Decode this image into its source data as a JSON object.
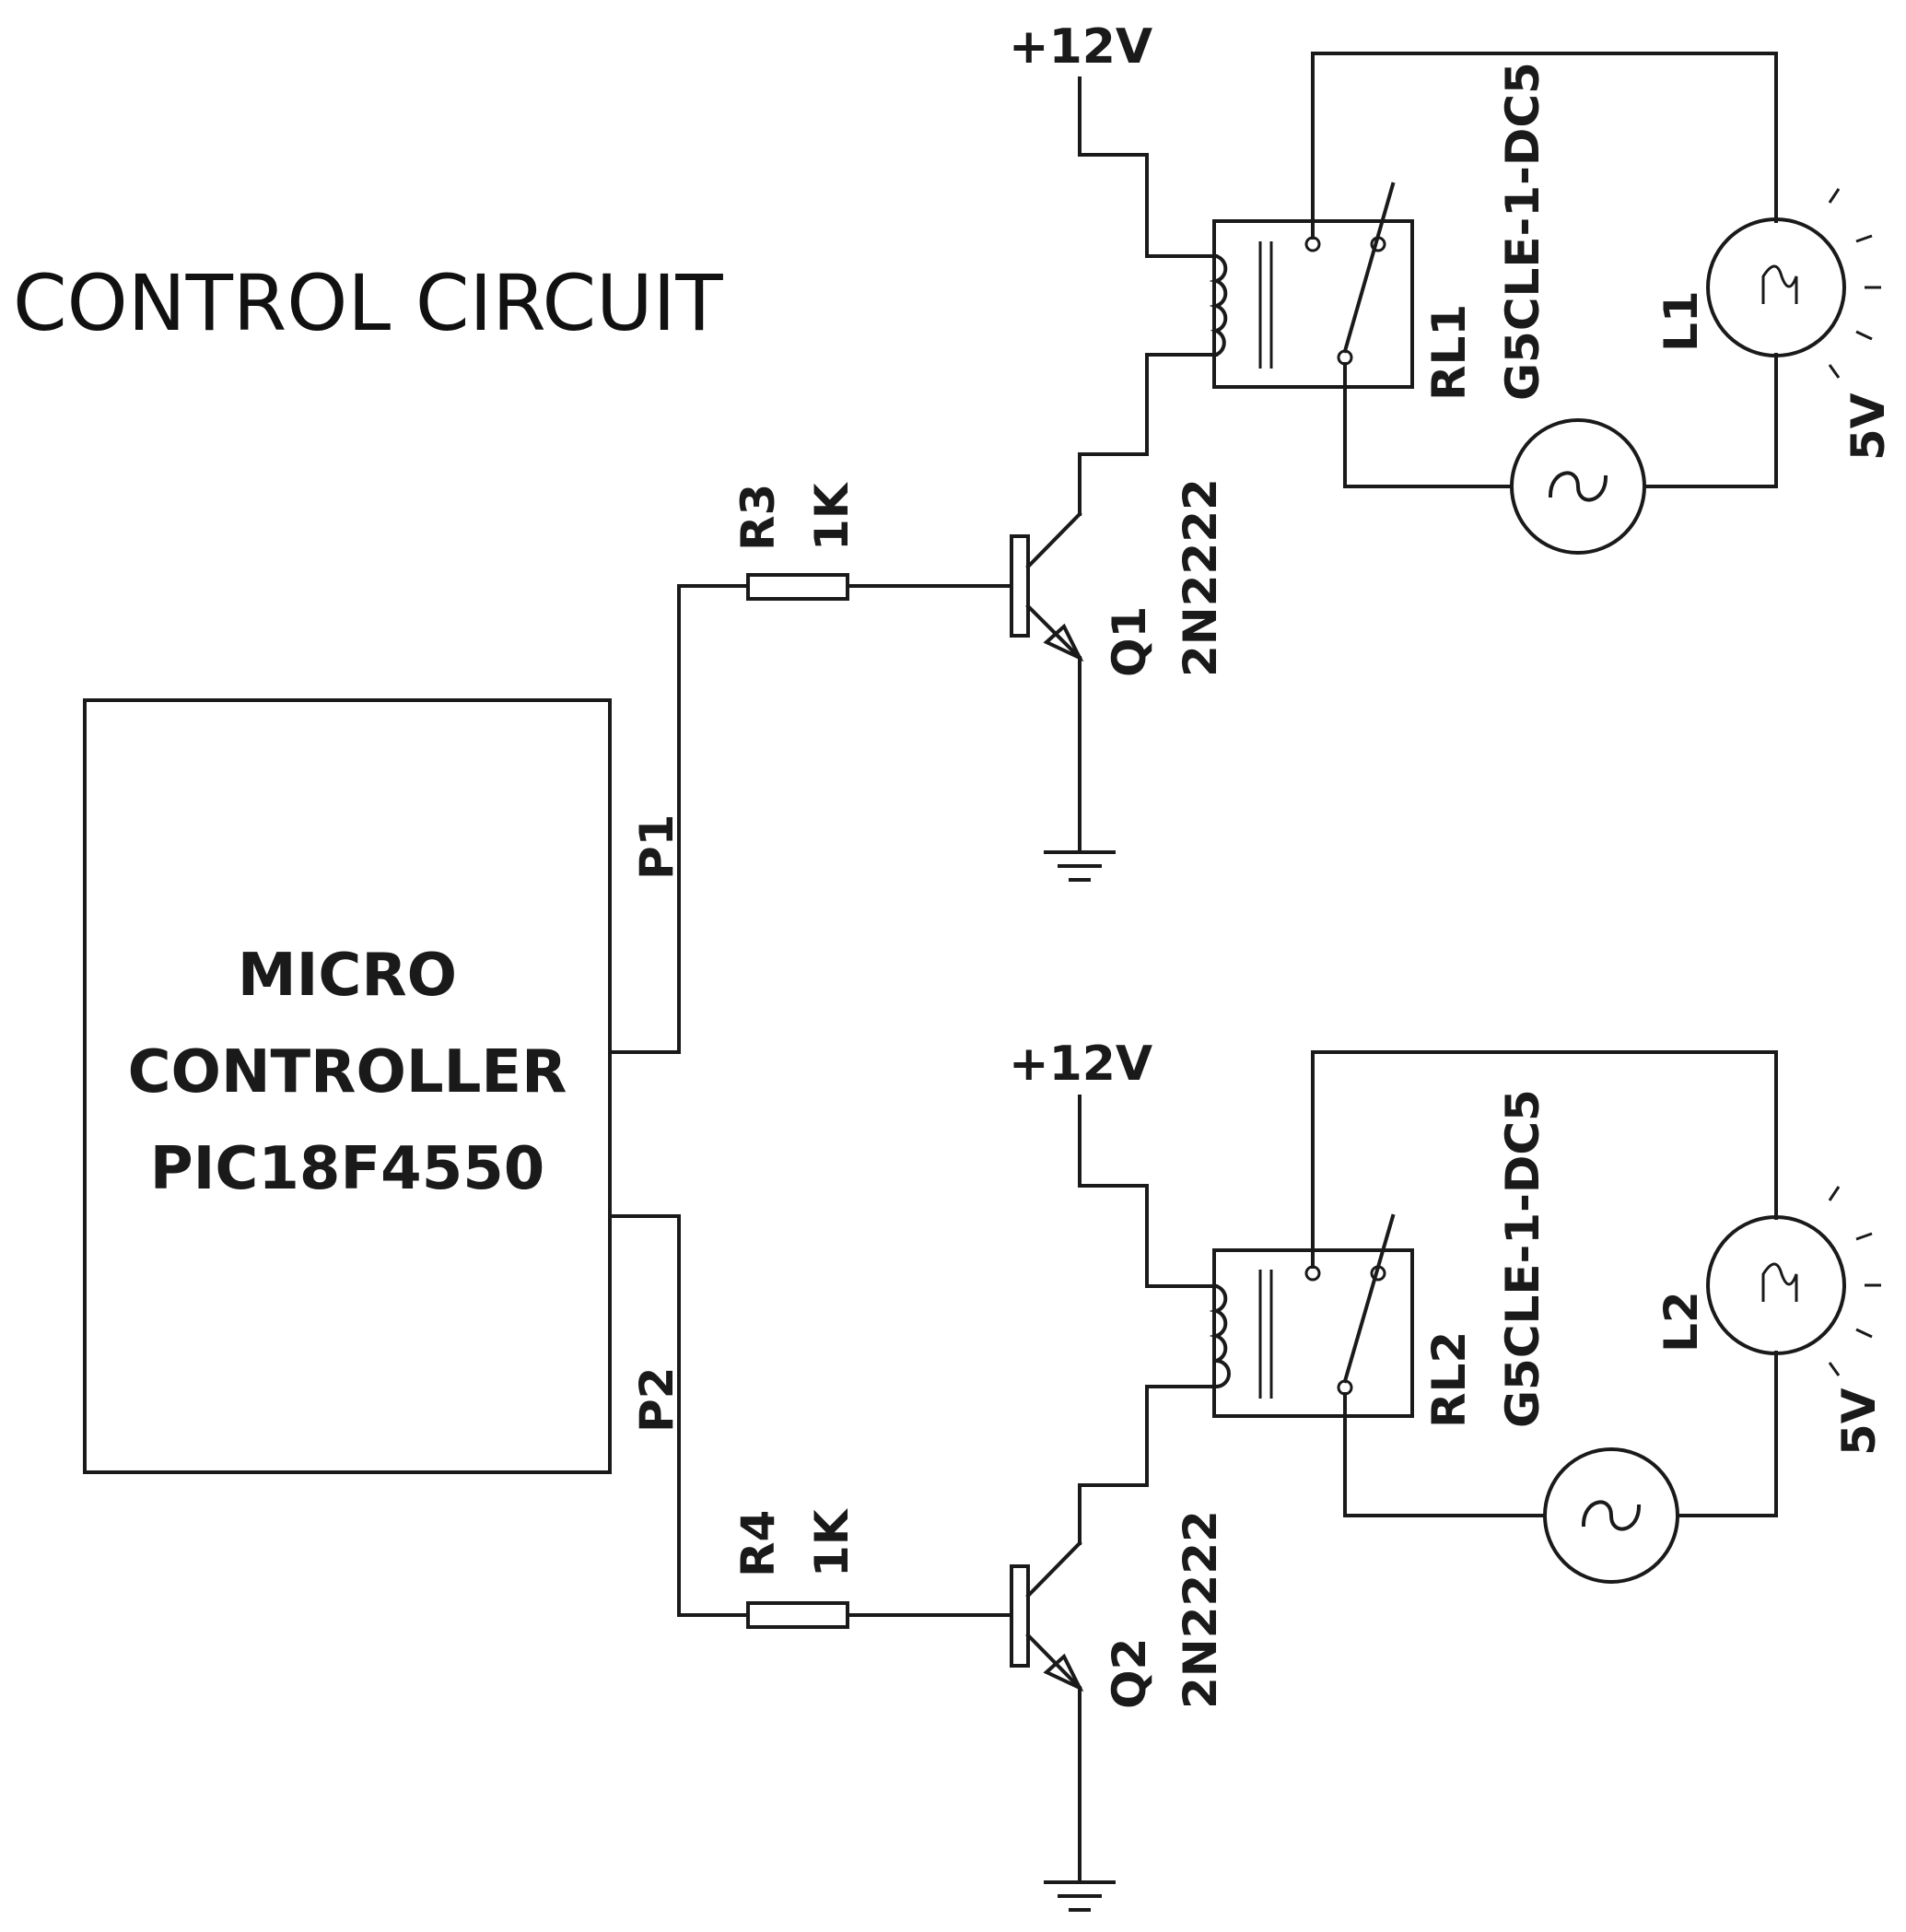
{
  "title": "CONTROL CIRCUIT",
  "microcontroller": {
    "line1": "MICRO",
    "line2": "CONTROLLER",
    "line3": "PIC18F4550"
  },
  "channels": [
    {
      "port": "P1",
      "resistor": {
        "ref": "R3",
        "value": "1K"
      },
      "transistor": {
        "ref": "Q1",
        "part": "2N2222"
      },
      "supply": "+12V",
      "relay": {
        "ref": "RL1",
        "part": "G5CLE-1-DC5"
      },
      "lamp": {
        "ref": "L1",
        "voltage": "5V"
      }
    },
    {
      "port": "P2",
      "resistor": {
        "ref": "R4",
        "value": "1K"
      },
      "transistor": {
        "ref": "Q2",
        "part": "2N2222"
      },
      "supply": "+12V",
      "relay": {
        "ref": "RL2",
        "part": "G5CLE-1-DC5"
      },
      "lamp": {
        "ref": "L2",
        "voltage": "5V"
      }
    }
  ]
}
